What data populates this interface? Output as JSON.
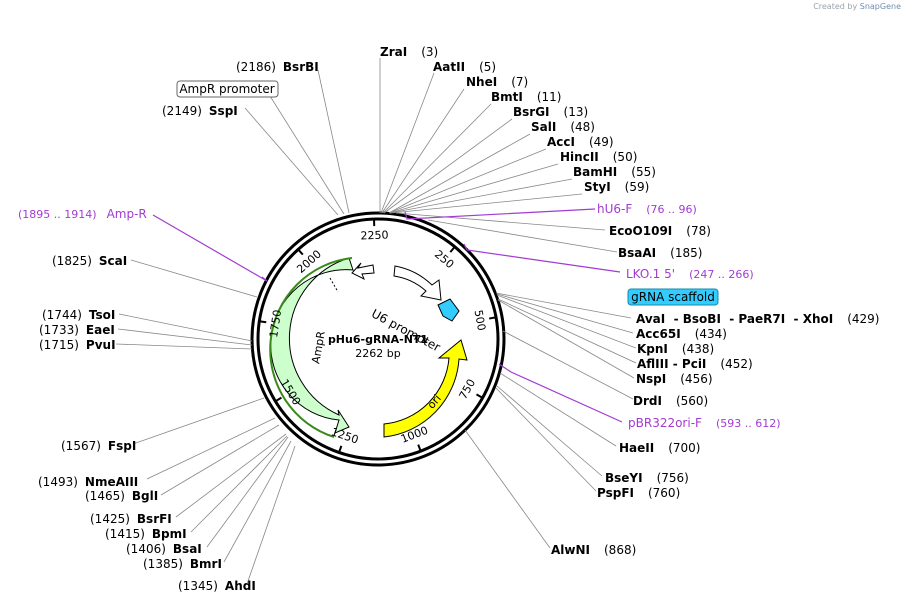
{
  "credit": {
    "prefix": "Created by",
    "brand": "SnapGene"
  },
  "plasmid": {
    "name": "pHu6-gRNA-NT1",
    "size_label": "2262 bp",
    "length": 2262
  },
  "scale_ticks": [
    {
      "bp": 250,
      "label": "250"
    },
    {
      "bp": 500,
      "label": "500"
    },
    {
      "bp": 750,
      "label": "750"
    },
    {
      "bp": 1000,
      "label": "1000"
    },
    {
      "bp": 1250,
      "label": "1250"
    },
    {
      "bp": 1500,
      "label": "1500"
    },
    {
      "bp": 1750,
      "label": "1750"
    },
    {
      "bp": 2000,
      "label": "2000"
    },
    {
      "bp": 2250,
      "label": "2250"
    }
  ],
  "features": [
    {
      "name": "AmpR",
      "color": "#ccffcc"
    },
    {
      "name": "ori",
      "color": "#ffff00"
    },
    {
      "name": "U6 promoter",
      "color": "#ffffff"
    },
    {
      "name": "gRNA scaffold",
      "color": "#33ccff"
    }
  ],
  "feature_labels": {
    "ampr_promoter": "AmpR promoter",
    "grna_scaffold": "gRNA scaffold"
  },
  "restriction_sites": [
    {
      "name": "ZraI",
      "pos": "(3)"
    },
    {
      "name": "AatII",
      "pos": "(5)"
    },
    {
      "name": "NheI",
      "pos": "(7)"
    },
    {
      "name": "BmtI",
      "pos": "(11)"
    },
    {
      "name": "BsrGI",
      "pos": "(13)"
    },
    {
      "name": "SalI",
      "pos": "(48)"
    },
    {
      "name": "AccI",
      "pos": "(49)"
    },
    {
      "name": "HincII",
      "pos": "(50)"
    },
    {
      "name": "BamHI",
      "pos": "(55)"
    },
    {
      "name": "StyI",
      "pos": "(59)"
    },
    {
      "name": "EcoO109I",
      "pos": "(78)"
    },
    {
      "name": "BsaAI",
      "pos": "(185)"
    },
    {
      "name": "AvaI  - BsoBI  - PaeR7I  - XhoI",
      "pos": "(429)"
    },
    {
      "name": "Acc65I",
      "pos": "(434)"
    },
    {
      "name": "KpnI",
      "pos": "(438)"
    },
    {
      "name": "AflIII  - PciI",
      "pos": "(452)"
    },
    {
      "name": "NspI",
      "pos": "(456)"
    },
    {
      "name": "DrdI",
      "pos": "(560)"
    },
    {
      "name": "HaeII",
      "pos": "(700)"
    },
    {
      "name": "BseYI",
      "pos": "(756)"
    },
    {
      "name": "PspFI",
      "pos": "(760)"
    },
    {
      "name": "AlwNI",
      "pos": "(868)"
    },
    {
      "name": "AhdI",
      "pos": "(1345)"
    },
    {
      "name": "BmrI",
      "pos": "(1385)"
    },
    {
      "name": "BsaI",
      "pos": "(1406)"
    },
    {
      "name": "BpmI",
      "pos": "(1415)"
    },
    {
      "name": "BsrFI",
      "pos": "(1425)"
    },
    {
      "name": "BglI",
      "pos": "(1465)"
    },
    {
      "name": "NmeAIII",
      "pos": "(1493)"
    },
    {
      "name": "FspI",
      "pos": "(1567)"
    },
    {
      "name": "PvuI",
      "pos": "(1715)"
    },
    {
      "name": "EaeI",
      "pos": "(1733)"
    },
    {
      "name": "TsoI",
      "pos": "(1744)"
    },
    {
      "name": "ScaI",
      "pos": "(1825)"
    },
    {
      "name": "SspI",
      "pos": "(2149)"
    },
    {
      "name": "BsrBI",
      "pos": "(2186)"
    }
  ],
  "primers": [
    {
      "name": "hU6-F",
      "range": "(76 .. 96)"
    },
    {
      "name": "LKO.1 5'",
      "range": "(247 .. 266)"
    },
    {
      "name": "pBR322ori-F",
      "range": "(593 .. 612)"
    },
    {
      "name": "Amp-R",
      "range": "(1895 .. 1914)"
    }
  ],
  "colors": {
    "primer": "#a23bd1",
    "leader": "#888888",
    "ring": "#000000"
  }
}
